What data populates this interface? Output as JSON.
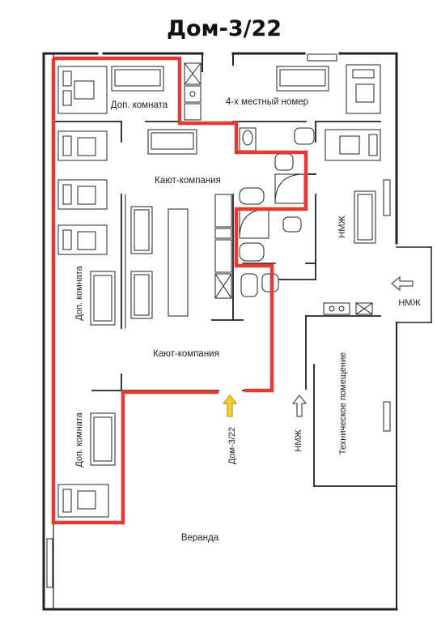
{
  "title": "Дом-3/22",
  "rooms": {
    "extra_room_top": "Доп. комната",
    "four_bed": "4-х местный номер",
    "common_upper": "Кают-компания",
    "common_lower": "Кают-компания",
    "extra_room_left": "Доп. комната",
    "extra_room_bottom": "Доп. комната",
    "nmzh_room": "НМЖ",
    "technical": "Техническое помещение",
    "veranda": "Веранда"
  },
  "entrances": {
    "main": "Дом-3/22",
    "nmzh_inner": "НМЖ",
    "nmzh_outer": "НМЖ"
  },
  "colors": {
    "boundary": "#e53935",
    "entrance_main": "#f4d03f",
    "entrance_other": "#ffffff",
    "wall": "#222222"
  }
}
